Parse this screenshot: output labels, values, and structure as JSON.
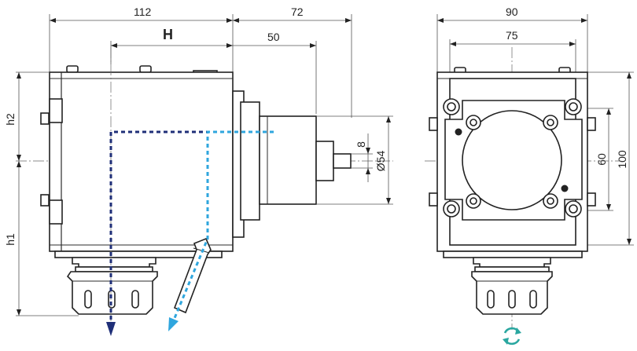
{
  "dimensions": {
    "width_112": "112",
    "width_72": "72",
    "width_90": "90",
    "width_75": "75",
    "width_50": "50",
    "label_H": "H",
    "label_h1": "h1",
    "label_h2": "h2",
    "dia_54": "Ø54",
    "shaft_8": "8",
    "height_60": "60",
    "height_100": "100"
  },
  "colors": {
    "dark_arrow": "#1f2f78",
    "light_arrow": "#2fa6de",
    "rotation_icon": "#2aa7a0",
    "line": "#222222"
  },
  "icons": {
    "rotation": "rotation-icon",
    "arrow_vertical": "arrow-down-icon",
    "arrow_angled": "arrow-angled-icon"
  }
}
